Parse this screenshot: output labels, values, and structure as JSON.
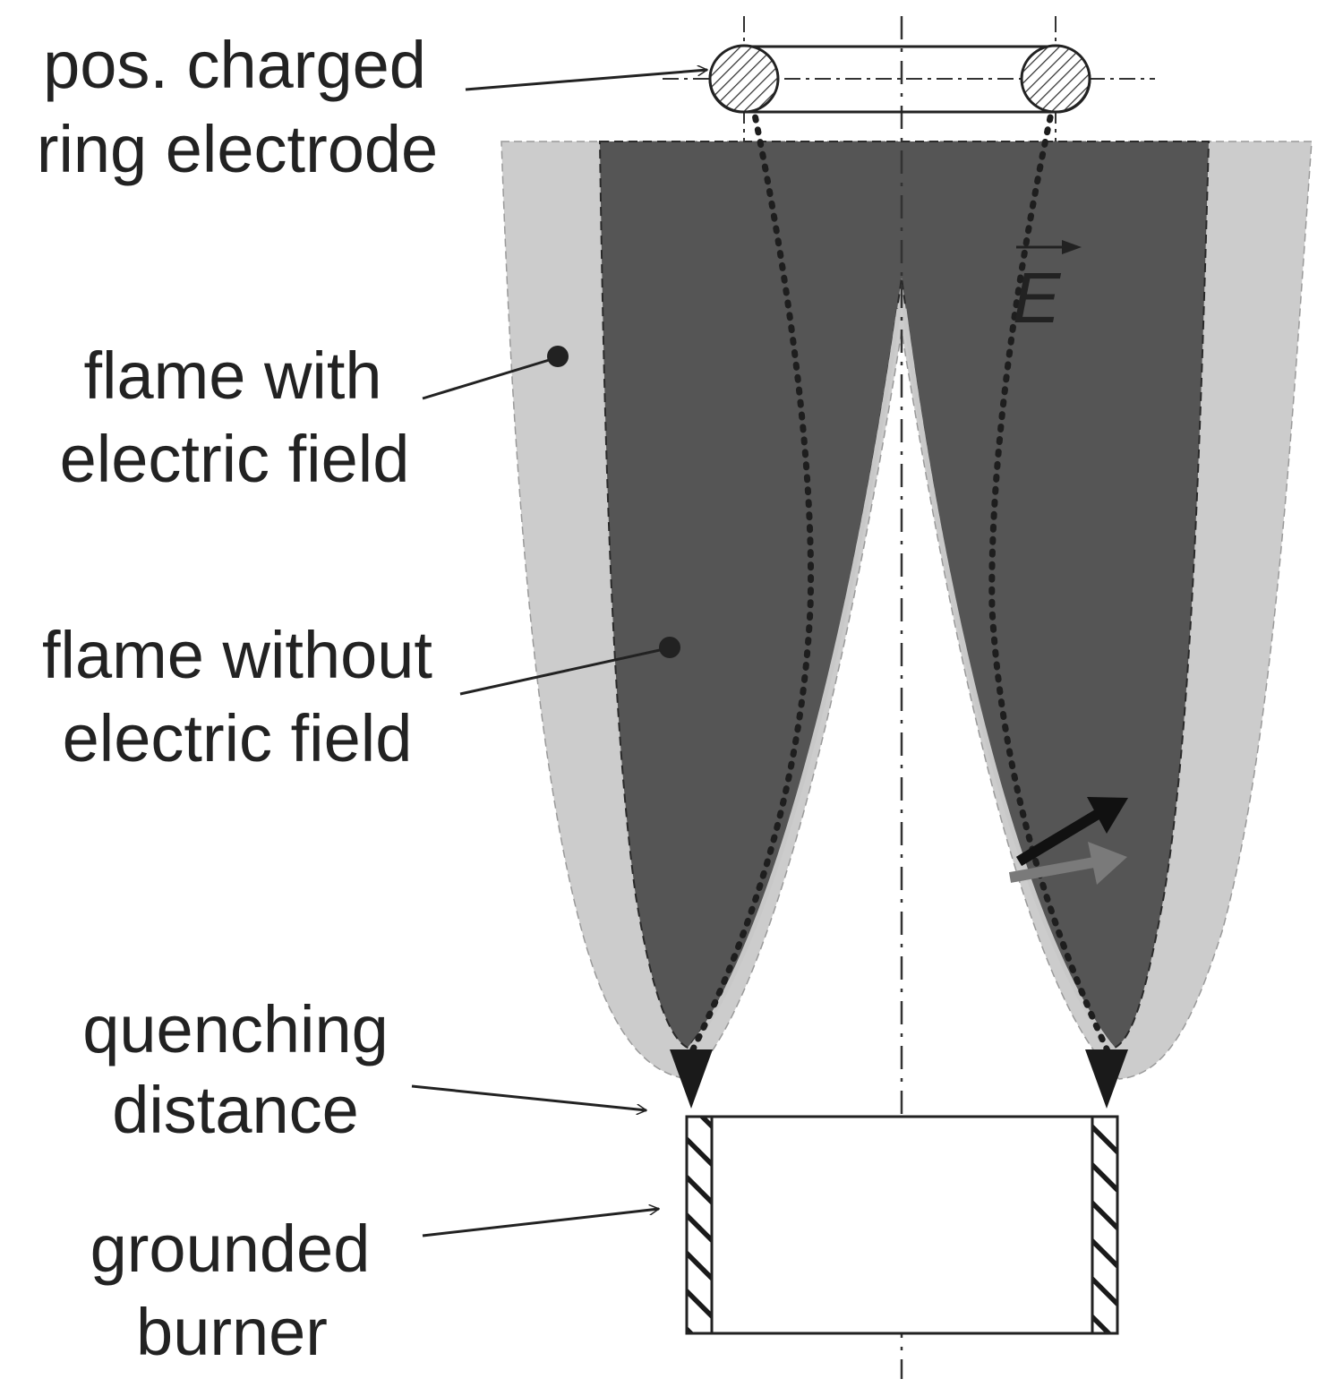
{
  "labels": {
    "ring_line1": "pos. charged",
    "ring_line2": "ring electrode",
    "with_line1": "flame with",
    "with_line2": "electric field",
    "without_line1": "flame without",
    "without_line2": "electric field",
    "quench_line1": "quenching",
    "quench_line2": "distance",
    "burner_line1": "grounded",
    "burner_line2": "burner",
    "field_symbol": "E"
  },
  "colors": {
    "flame_with_field": "#cccccc",
    "flame_without_field": "#555555",
    "ink": "#222222",
    "gray_arrow": "#7a7a7a"
  }
}
